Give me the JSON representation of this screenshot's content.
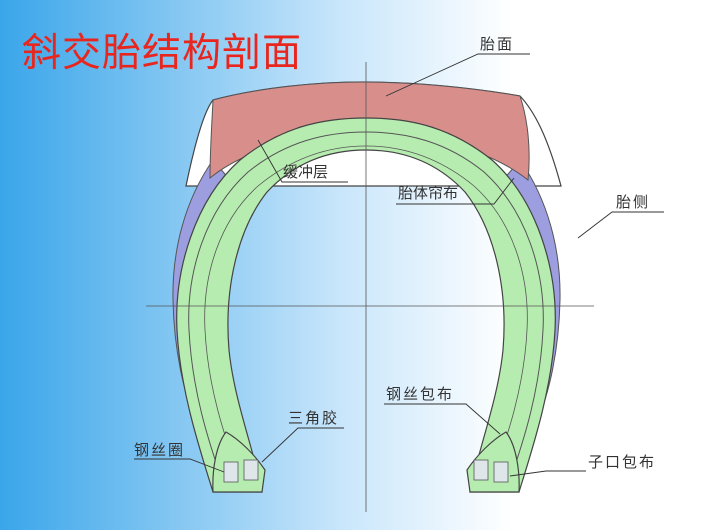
{
  "title": "斜交胎结构剖面",
  "labels": {
    "tread": "胎面",
    "breaker": "缓冲层",
    "carcass_ply": "胎体帘布",
    "sidewall": "胎侧",
    "chafer": "钢丝包布",
    "apex": "三角胶",
    "bead_wire": "钢丝圈",
    "rim_strip": "子口包布"
  },
  "colors": {
    "title": "#e8261e",
    "tread": "#d88f8c",
    "ply": "#b6ecb0",
    "sidewall": "#9c9ee0",
    "bead": "#dfe6ea",
    "outline": "#444444"
  }
}
